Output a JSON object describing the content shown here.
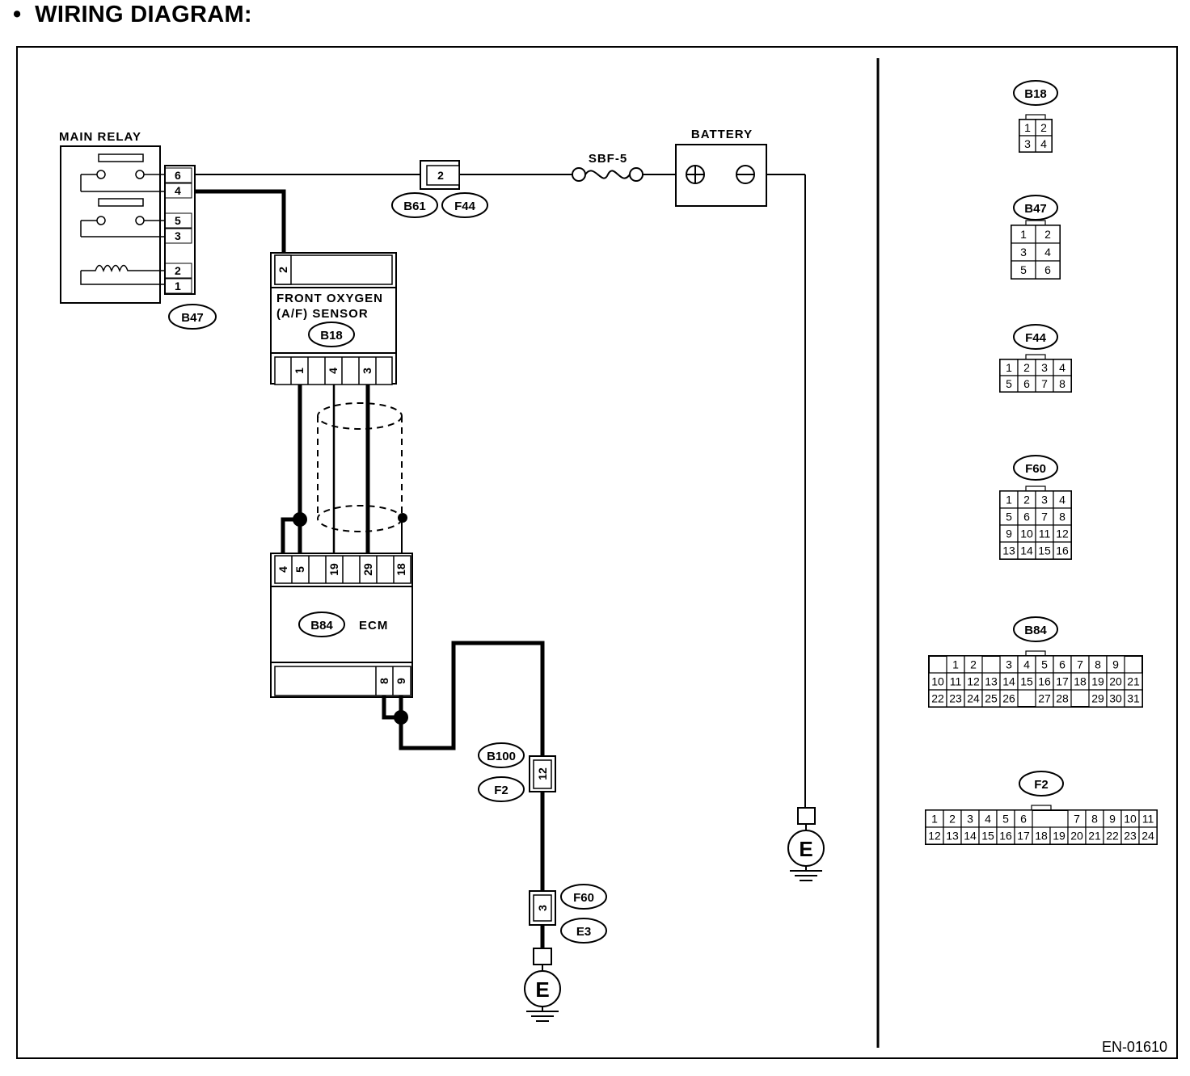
{
  "heading": "WIRING DIAGRAM:",
  "bullet": "•",
  "figure_code": "EN-01610",
  "components": {
    "main_relay": "MAIN RELAY",
    "battery": "BATTERY",
    "fuse": "SBF-5",
    "sensor_line1": "FRONT OXYGEN",
    "sensor_line2": "(A/F) SENSOR",
    "ecm": "ECM",
    "ground": "E"
  },
  "connector_labels": {
    "b47": "B47",
    "b61": "B61",
    "f44": "F44",
    "b18": "B18",
    "b84": "B84",
    "b100": "B100",
    "f2": "F2",
    "f60": "F60",
    "e3": "E3"
  },
  "pins": {
    "relay": [
      "6",
      "4",
      "5",
      "3",
      "2",
      "1"
    ],
    "b61_f44": "2",
    "sensor_top": "2",
    "sensor_bottom": [
      "1",
      "4",
      "3"
    ],
    "ecm_top": [
      "4",
      "5",
      "19",
      "29",
      "18"
    ],
    "ecm_bottom": [
      "8",
      "9"
    ],
    "b100_f2": "12",
    "f60_e3": "3"
  },
  "legend": {
    "B18": {
      "label": "B18",
      "rows": [
        [
          "1",
          "2"
        ],
        [
          "3",
          "4"
        ]
      ]
    },
    "B47": {
      "label": "B47",
      "rows": [
        [
          "1",
          "2"
        ],
        [
          "3",
          "4"
        ],
        [
          "5",
          "6"
        ]
      ]
    },
    "F44": {
      "label": "F44",
      "rows": [
        [
          "1",
          "2",
          "3",
          "4"
        ],
        [
          "5",
          "6",
          "7",
          "8"
        ]
      ]
    },
    "F60": {
      "label": "F60",
      "rows": [
        [
          "1",
          "2",
          "3",
          "4"
        ],
        [
          "5",
          "6",
          "7",
          "8"
        ],
        [
          "9",
          "10",
          "11",
          "12"
        ],
        [
          "13",
          "14",
          "15",
          "16"
        ]
      ]
    },
    "B84": {
      "label": "B84",
      "rows": [
        [
          "1",
          "2",
          "",
          "3",
          "4",
          "5",
          "6",
          "7",
          "8",
          "9"
        ],
        [
          "10",
          "11",
          "12",
          "13",
          "14",
          "15",
          "16",
          "17",
          "18",
          "19",
          "20",
          "21"
        ],
        [
          "22",
          "23",
          "24",
          "25",
          "26",
          "",
          "27",
          "28",
          "",
          "29",
          "30",
          "31"
        ]
      ]
    },
    "F2": {
      "label": "F2",
      "rows": [
        [
          "1",
          "2",
          "3",
          "4",
          "5",
          "6",
          "",
          "",
          "7",
          "8",
          "9",
          "10",
          "11"
        ],
        [
          "12",
          "13",
          "14",
          "15",
          "16",
          "17",
          "18",
          "19",
          "20",
          "21",
          "22",
          "23",
          "24"
        ]
      ]
    }
  }
}
